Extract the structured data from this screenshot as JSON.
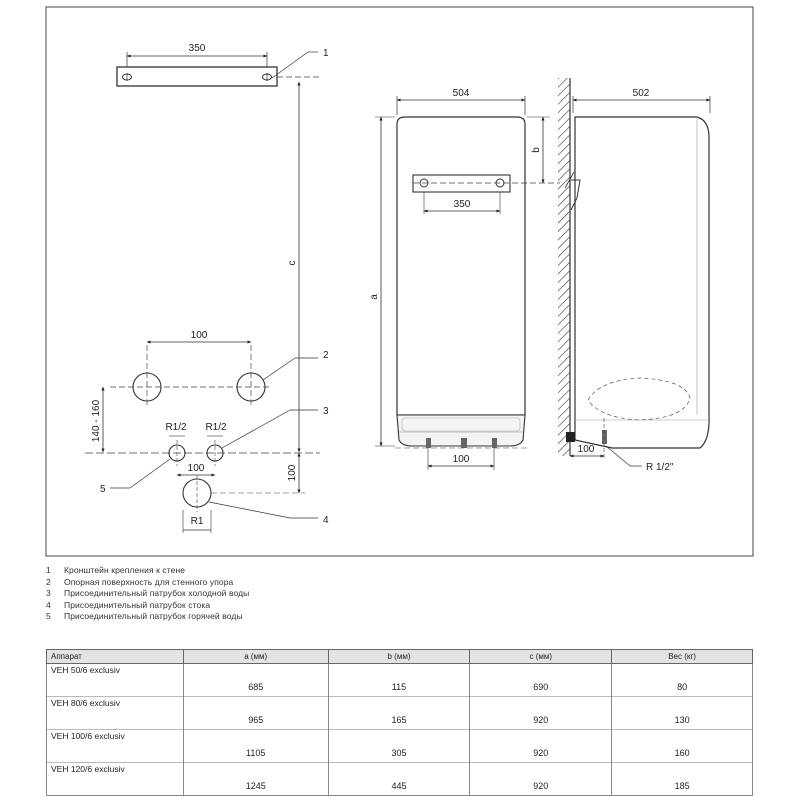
{
  "dimensions": {
    "bracket_width_top": "350",
    "inlet_spacing": "100",
    "height_c": "c",
    "vertical_range": "140 - 160",
    "r_cold": "R1/2",
    "r_hot": "R1/2",
    "inlet_spacing_bottom": "100",
    "drain_offset": "100",
    "r_drain": "R1",
    "front_width": "504",
    "height_a": "a",
    "height_b": "b",
    "bracket_width_front": "350",
    "front_bottom_spacing": "100",
    "side_width": "502",
    "side_bottom_offset": "100",
    "side_connection": "R 1/2\""
  },
  "callouts": [
    "1",
    "2",
    "3",
    "4",
    "5"
  ],
  "legend": [
    {
      "num": "1",
      "text": "Кронштейн крепления к стене"
    },
    {
      "num": "2",
      "text": "Опорная поверхность для стенного упора"
    },
    {
      "num": "3",
      "text": "Присоединительный патрубок холодной воды"
    },
    {
      "num": "4",
      "text": "Присоединительный патрубок стока"
    },
    {
      "num": "5",
      "text": "Присоединительный патрубок горячей воды"
    }
  ],
  "table": {
    "headers": [
      "Аппарат",
      "a (мм)",
      "b (мм)",
      "c (мм)",
      "Вес (кг)"
    ],
    "rows": [
      [
        "VEH 50/6 exclusiv",
        "685",
        "115",
        "690",
        "80"
      ],
      [
        "VEH 80/6 exclusiv",
        "965",
        "165",
        "920",
        "130"
      ],
      [
        "VEH 100/6 exclusiv",
        "1105",
        "305",
        "920",
        "160"
      ],
      [
        "VEH 120/6 exclusiv",
        "1245",
        "445",
        "920",
        "185"
      ]
    ]
  }
}
